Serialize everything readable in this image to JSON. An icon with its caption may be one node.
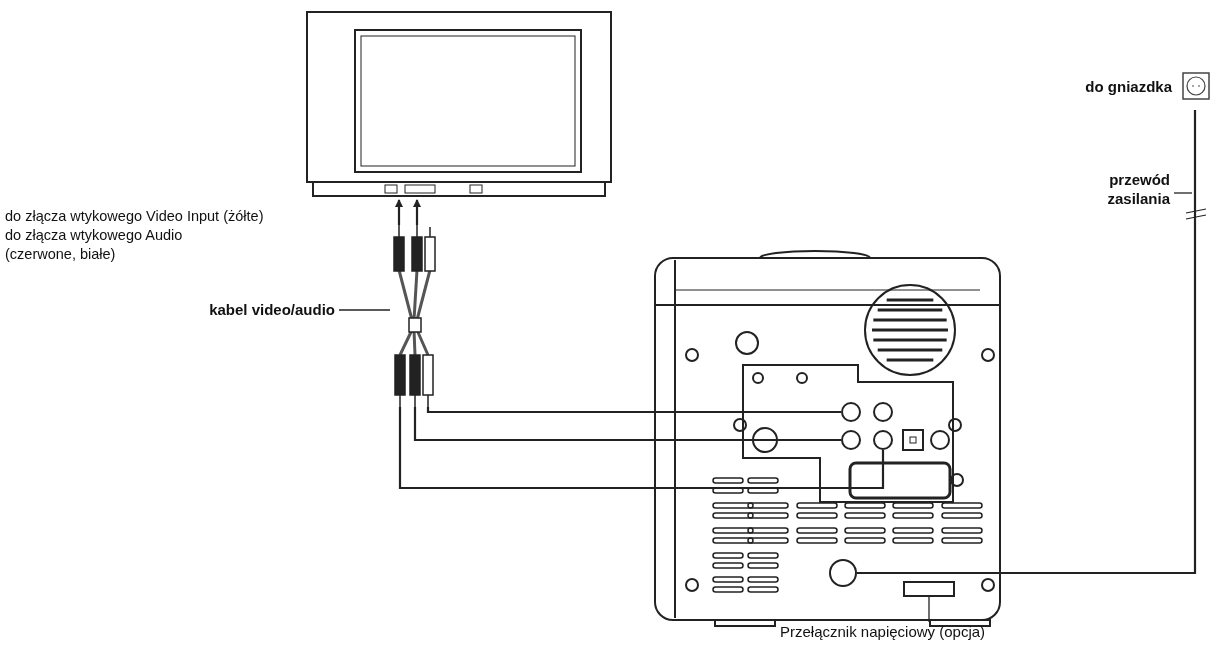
{
  "diagram": {
    "nodes": [
      {
        "text": [],
        "shape": "picture"
      },
      {
        "text": [],
        "shape": "picture"
      },
      {
        "text": [],
        "shape": "picture"
      },
      {
        "text": [],
        "shape": "circle",
        "in": 2
      },
      {
        "text": [],
        "shape": "circle",
        "in": 2
      },
      {
        "text": [],
        "shape": "circle",
        "in": 2
      },
      {
        "text": [],
        "shape": "circle",
        "in": 2
      },
      {
        "text": [],
        "shape": "box",
        "in": 2
      },
      {
        "text": [
          "do gniazdka"
        ]
      },
      {
        "text": [
          "kabel video/audio"
        ]
      },
      {
        "text": [
          "przewód zasilania"
        ]
      },
      {
        "text": [
          "Przełącznik napięciowy (opcja)"
        ]
      }
    ],
    "edges": [
      {
        "from": 1,
        "to": 0,
        "arrow": "to"
      },
      {
        "from": 1,
        "to": 0,
        "arrow": "to"
      },
      {
        "from": 1,
        "to": 3,
        "arrow": "none"
      },
      {
        "from": 1,
        "to": 4,
        "arrow": "none"
      },
      {
        "from": 1,
        "to": 5,
        "arrow": "none"
      },
      {
        "from": 8,
        "to": 6,
        "arrow": "none"
      },
      {
        "from": 9,
        "to": 1,
        "arrow": "none"
      },
      {
        "from": 10,
        "to": null,
        "arrow": "none"
      },
      {
        "from": 11,
        "to": 7,
        "arrow": "none"
      }
    ],
    "labels": [
      "do złącza wtykowego Video Input (żółte)",
      "do złącza wtykowego Audio (czerwone, białe)"
    ]
  }
}
